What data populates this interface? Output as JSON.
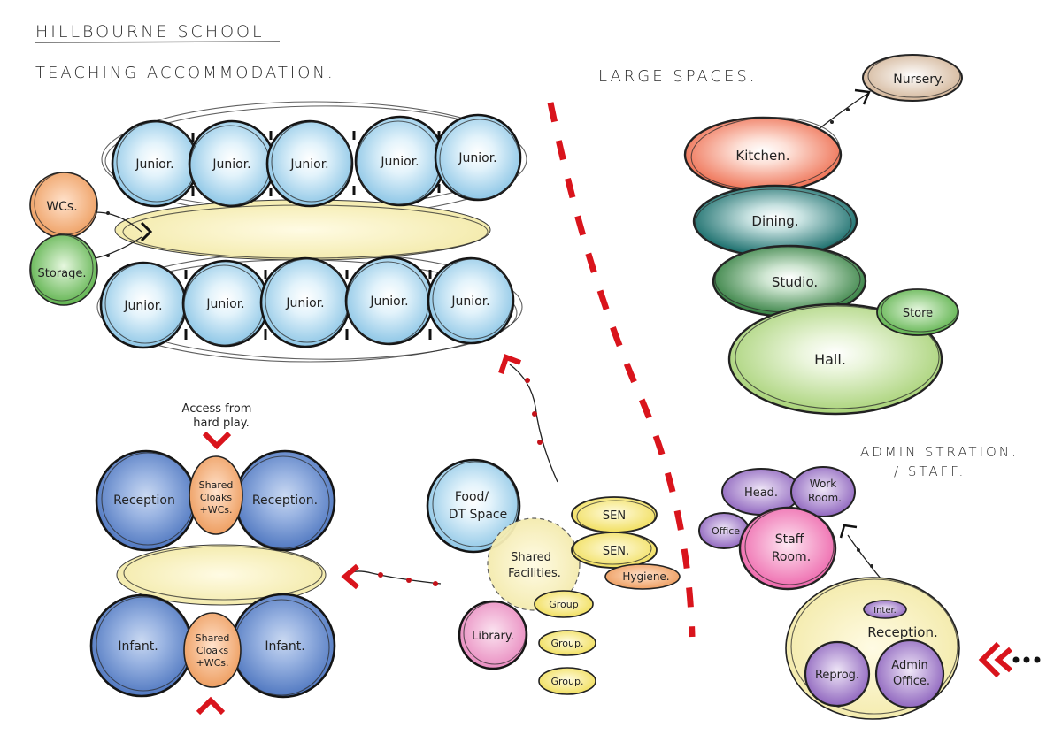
{
  "headings": {
    "school": "HILLBOURNE SCHOOL",
    "teaching": "TEACHING ACCOMMODATION.",
    "large": "LARGE SPACES.",
    "admin_line1": "ADMINISTRATION.",
    "admin_line2": "/ STAFF."
  },
  "colors": {
    "junior": "#a9d6ee",
    "reception_infant": "#6f93d0",
    "cloaks": "#f2ab77",
    "circulation": "#f7f0b8",
    "storage": "#7dc46b",
    "wcs": "#f4a86b",
    "kitchen": "#f07f63",
    "dining": "#1f7f7c",
    "studio": "#3d8f4a",
    "hall": "#b8dc8a",
    "store": "#7ec66a",
    "nursery": "#d9bfa5",
    "food_dt": "#a9d6ee",
    "shared_facilities": "#f9f2c0",
    "sen": "#f6e77a",
    "hygiene": "#f2ab77",
    "group": "#f6e77a",
    "library": "#f0a6cf",
    "admin_purple": "#a57ccb",
    "staff_room": "#f07ab7",
    "reception_admin": "#f7f0b8",
    "accent_red": "#d9141c"
  },
  "junior": {
    "top_row": [
      "Junior.",
      "Junior.",
      "Junior.",
      "Junior.",
      "Junior."
    ],
    "bottom_row": [
      "Junior.",
      "Junior.",
      "Junior.",
      "Junior.",
      "Junior."
    ]
  },
  "side": {
    "wcs": "WCs.",
    "storage": "Storage."
  },
  "infant_block": {
    "access_note_line1": "Access from",
    "access_note_line2": "hard play.",
    "reception_left": "Reception",
    "reception_right": "Reception.",
    "cloaks_top": [
      "Shared",
      "Cloaks",
      "+WCs."
    ],
    "infant_left": "Infant.",
    "infant_right": "Infant.",
    "cloaks_bottom": [
      "Shared",
      "Cloaks",
      "+WCs."
    ]
  },
  "central": {
    "food_dt": [
      "Food/",
      "DT Space"
    ],
    "shared_facilities": [
      "Shared",
      "Facilities."
    ],
    "sen_1": "SEN",
    "sen_2": "SEN.",
    "hygiene": "Hygiene.",
    "group_1": "Group",
    "group_2": "Group.",
    "group_3": "Group.",
    "library": "Library."
  },
  "large_spaces": {
    "nursery": "Nursery.",
    "kitchen": "Kitchen.",
    "dining": "Dining.",
    "studio": "Studio.",
    "store": "Store",
    "hall": "Hall."
  },
  "admin": {
    "head": "Head.",
    "work_room": [
      "Work",
      "Room."
    ],
    "office": "Office",
    "staff_room": [
      "Staff",
      "Room."
    ],
    "inter": "Inter.",
    "reception": "Reception.",
    "reprog": "Reprog.",
    "admin_office": [
      "Admin",
      "Office."
    ]
  }
}
